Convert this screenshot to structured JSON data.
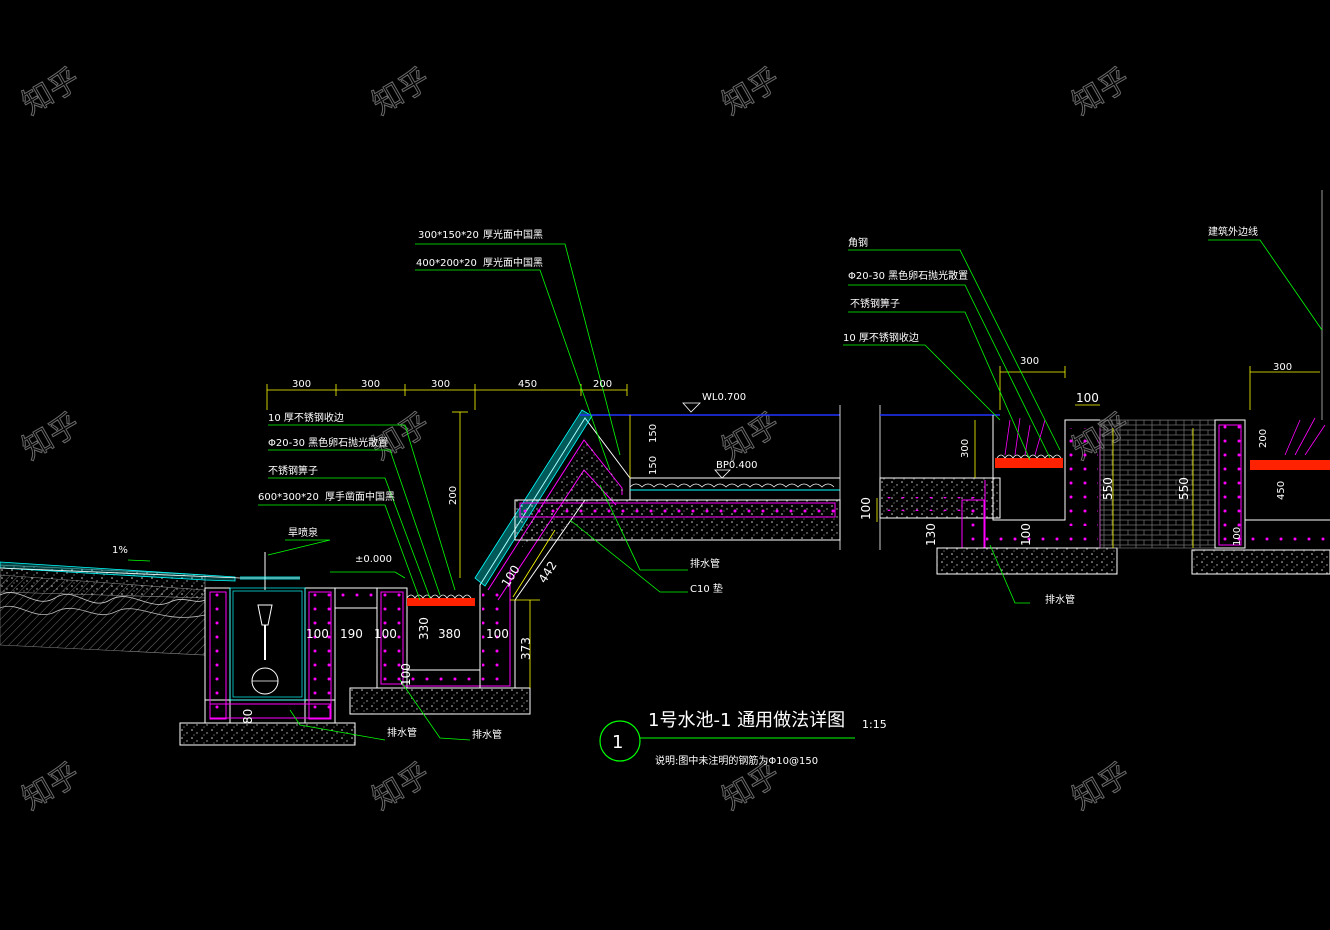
{
  "drawing": {
    "title": "1号水池-1   通用做法详图",
    "scale": "1:15",
    "detail_number": "1",
    "note": "说明:图中未注明的钢筋为Φ10@150",
    "slope": "1%",
    "watermark": "知乎",
    "colors": {
      "background": "#000000",
      "leader": "#00ff00",
      "dimension": "#ffff00",
      "water": "#2233ff",
      "concrete": "#ff00ff",
      "rebar": "#ff00ff",
      "gravel": "#ff2200",
      "stone": "#00ffff"
    }
  },
  "labels": {
    "l_300x150": "300*150*20",
    "l_300x150_desc": "厚光面中国黑",
    "l_400x200": "400*200*20",
    "l_400x200_desc": "厚光面中国黑",
    "l_edge_left": "10  厚不锈钢收边",
    "l_pebble_left": "Φ20-30    黑色卵石抛光散置",
    "l_grate_left": "不锈钢箅子",
    "l_600x300": "600*300*20",
    "l_600x300_desc": "厚手凿面中国黑",
    "l_fountain": "旱喷泉",
    "l_elev0": "±0.000",
    "l_drain_mid": "排水管",
    "l_c10": "C10   垫",
    "l_drain_bl": "排水管",
    "l_drain_bm": "排水管",
    "l_angle": "角钢",
    "l_pebble_right": "Φ20-30    黑色卵石抛光散置",
    "l_grate_right": "不锈钢箅子",
    "l_edge_right": "10  厚不锈钢收边",
    "l_drain_right": "排水管",
    "l_building": "建筑外边线",
    "l_wl": "WL0.700",
    "l_bp": "BP0.400"
  },
  "dimensions": {
    "top_300_a": "300",
    "top_300_b": "300",
    "top_300_c": "300",
    "top_450": "450",
    "top_200": "200",
    "v_200_mid": "200",
    "v_150_a": "150",
    "v_150_b": "150",
    "d_100_a": "100",
    "d_190": "190",
    "d_100_b": "100",
    "d_330": "330",
    "d_380": "380",
    "d_100_c": "100",
    "d_80": "80",
    "d_100_d": "100",
    "d_100_slope": "100",
    "d_442": "442",
    "d_373": "373",
    "r_300": "300",
    "r_100_top": "100",
    "r_300_v": "300",
    "r_550_a": "550",
    "r_550_b": "550",
    "r_100_h": "100",
    "r_130": "130",
    "r_100_b": "100",
    "rr_300": "300",
    "rr_200": "200",
    "rr_450": "450",
    "rr_100": "100"
  }
}
